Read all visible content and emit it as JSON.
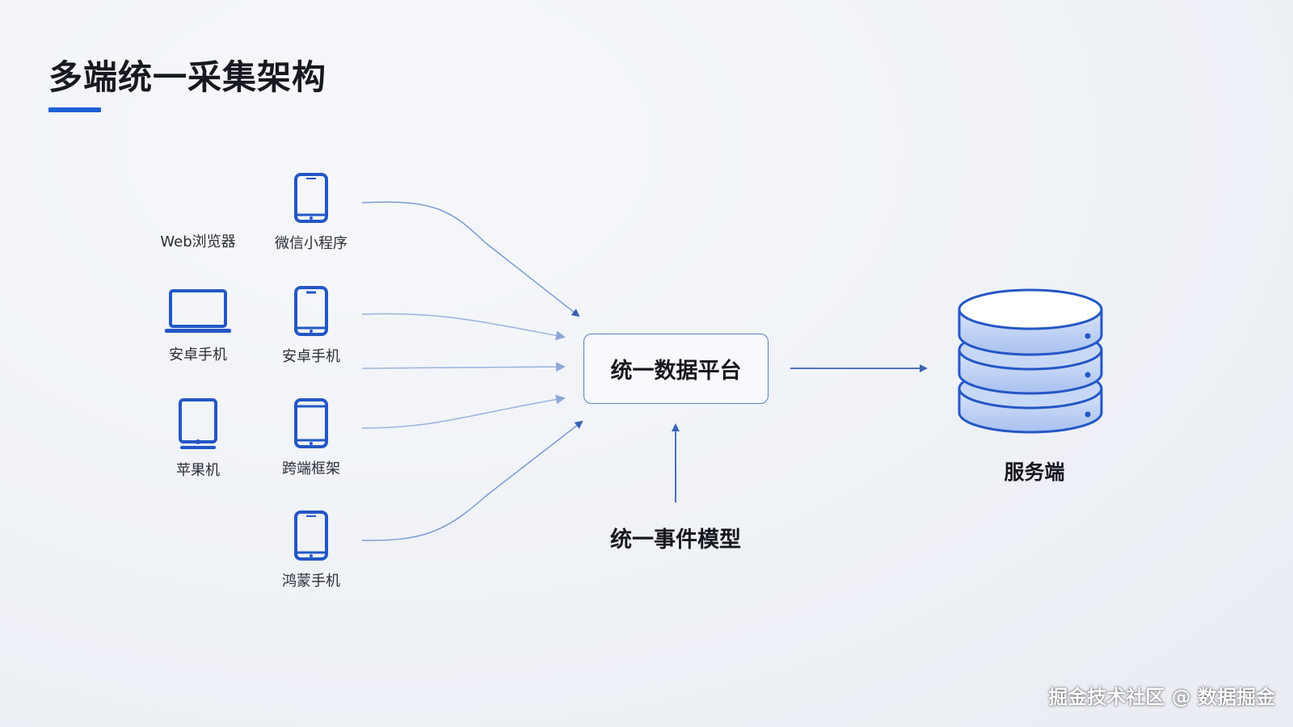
{
  "title": "多端统一采集架构",
  "devices": {
    "web_browser": {
      "label": "Web浏览器",
      "icon": "laptop-icon"
    },
    "wechat_miniprogram": {
      "label": "微信小程序",
      "icon": "phone-icon"
    },
    "android_phone_left": {
      "label": "安卓手机",
      "icon": "laptop-icon"
    },
    "android_phone_right": {
      "label": "安卓手机",
      "icon": "phone-icon"
    },
    "apple": {
      "label": "苹果机",
      "icon": "tablet-icon"
    },
    "cross_platform": {
      "label": "跨端框架",
      "icon": "phone-icon"
    },
    "harmony_phone": {
      "label": "鸿蒙手机",
      "icon": "phone-icon"
    }
  },
  "platform": {
    "label": "统一数据平台"
  },
  "event_model": {
    "label": "统一事件模型"
  },
  "server": {
    "label": "服务端",
    "icon": "database-icon"
  },
  "watermark": "掘金技术社区 @ 数据掘金",
  "colors": {
    "accent": "#1f5fd6",
    "icon_stroke": "#2457c5",
    "arrow": "#3a62b5",
    "db_fill": "#b9cdf3"
  }
}
